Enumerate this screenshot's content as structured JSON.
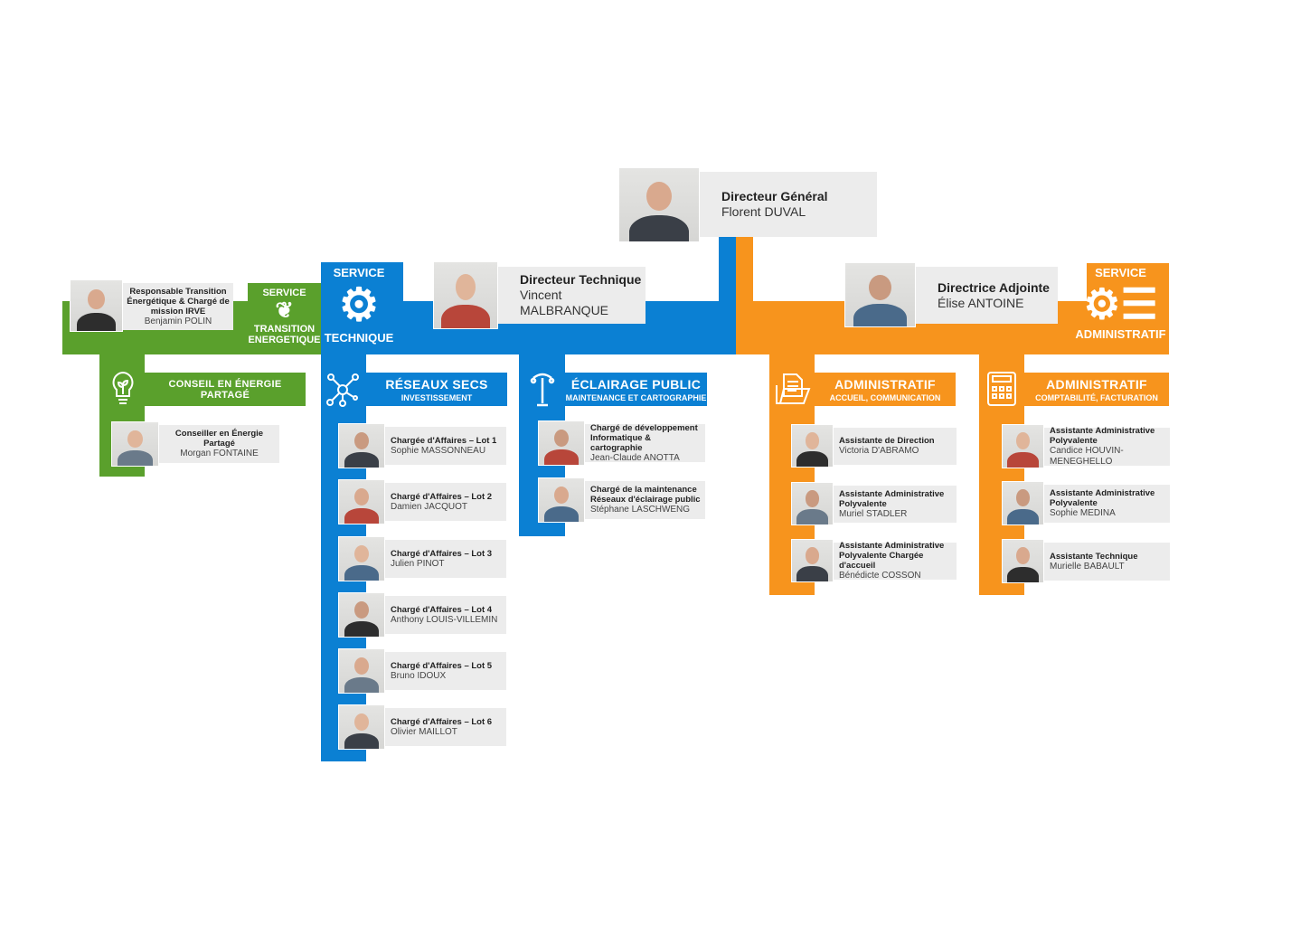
{
  "director_general": {
    "role": "Directeur Général",
    "name": "Florent DUVAL"
  },
  "technique": {
    "service_label": "SERVICE",
    "service_name": "TECHNIQUE",
    "director": {
      "role": "Directeur Technique",
      "name": "Vincent MALBRANQUE"
    },
    "reseaux": {
      "title": "RÉSEAUX SECS",
      "subtitle": "INVESTISSEMENT",
      "people": [
        {
          "role": "Chargée d'Affaires – Lot 1",
          "name": "Sophie MASSONNEAU"
        },
        {
          "role": "Chargé d'Affaires – Lot 2",
          "name": "Damien JACQUOT"
        },
        {
          "role": "Chargé d'Affaires – Lot 3",
          "name": "Julien PINOT"
        },
        {
          "role": "Chargé d'Affaires – Lot 4",
          "name": "Anthony LOUIS-VILLEMIN"
        },
        {
          "role": "Chargé d'Affaires – Lot 5",
          "name": "Bruno IDOUX"
        },
        {
          "role": "Chargé d'Affaires – Lot 6",
          "name": "Olivier MAILLOT"
        }
      ]
    },
    "eclairage": {
      "title": "ÉCLAIRAGE PUBLIC",
      "subtitle": "MAINTENANCE ET CARTOGRAPHIE",
      "people": [
        {
          "role": "Chargé de développement Informatique & cartographie",
          "name": "Jean-Claude ANOTTA"
        },
        {
          "role": "Chargé de la maintenance Réseaux d'éclairage public",
          "name": "Stéphane LASCHWENG"
        }
      ]
    }
  },
  "transition": {
    "service_label": "SERVICE",
    "service_name": "TRANSITION ENERGETIQUE",
    "responsible": {
      "role": "Responsable Transition Énergétique & Chargé de mission IRVE",
      "name": "Benjamin POLIN"
    },
    "conseil": {
      "title": "CONSEIL EN ÉNERGIE PARTAGÉ",
      "people": [
        {
          "role": "Conseiller en Énergie Partagé",
          "name": "Morgan FONTAINE"
        }
      ]
    }
  },
  "administratif": {
    "service_label": "SERVICE",
    "service_name": "ADMINISTRATIF",
    "director": {
      "role": "Directrice Adjointe",
      "name": "Élise ANTOINE"
    },
    "accueil": {
      "title": "ADMINISTRATIF",
      "subtitle": "ACCUEIL, COMMUNICATION",
      "people": [
        {
          "role": "Assistante de Direction",
          "name": "Victoria D'ABRAMO"
        },
        {
          "role": "Assistante Administrative Polyvalente",
          "name": "Muriel STADLER"
        },
        {
          "role": "Assistante Administrative Polyvalente Chargée d'accueil",
          "name": "Bénédicte COSSON"
        }
      ]
    },
    "compta": {
      "title": "ADMINISTRATIF",
      "subtitle": "COMPTABILITÉ, FACTURATION",
      "people": [
        {
          "role": "Assistante Administrative Polyvalente",
          "name": "Candice HOUVIN-MENEGHELLO"
        },
        {
          "role": "Assistante Administrative Polyvalente",
          "name": "Sophie MEDINA"
        },
        {
          "role": "Assistante Technique",
          "name": "Murielle BABAULT"
        }
      ]
    }
  },
  "colors": {
    "green": "#5aa02c",
    "blue": "#0b80d3",
    "orange": "#f7941d"
  }
}
